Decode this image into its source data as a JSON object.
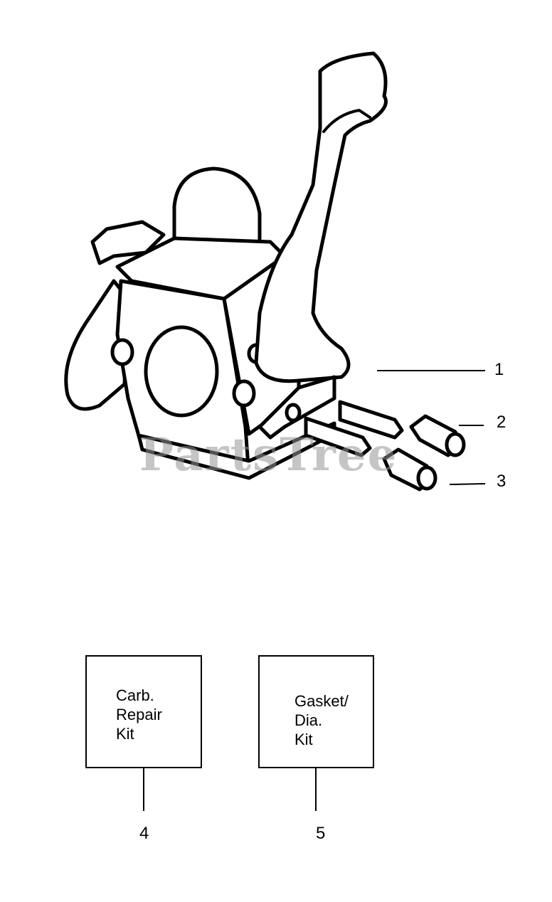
{
  "watermark": "PartsTree",
  "callouts": [
    {
      "number": "1"
    },
    {
      "number": "2"
    },
    {
      "number": "3"
    }
  ],
  "kits": [
    {
      "number": "4",
      "lines": [
        "Carb.",
        "Repair",
        "Kit"
      ]
    },
    {
      "number": "5",
      "lines": [
        "Gasket/",
        "Dia.",
        "Kit"
      ]
    }
  ],
  "icons": [
    "carburetor-illustration",
    "limiter-cap-illustration"
  ]
}
